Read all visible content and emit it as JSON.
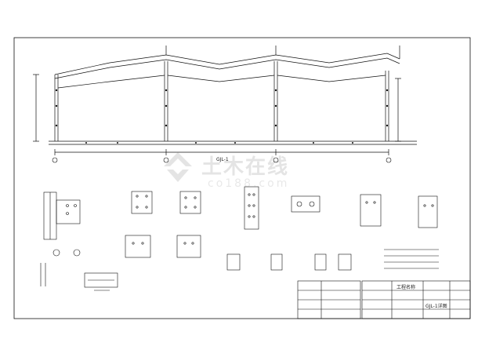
{
  "watermark": {
    "title": "土木在线",
    "subtitle": "co188.com"
  },
  "labels": {
    "main_elevation": "GJL-1",
    "title_block_project": "工程名称",
    "title_block_drawing": "GJL-1详图"
  },
  "colors": {
    "line": "#111111",
    "watermark": "#8a8a8a"
  }
}
